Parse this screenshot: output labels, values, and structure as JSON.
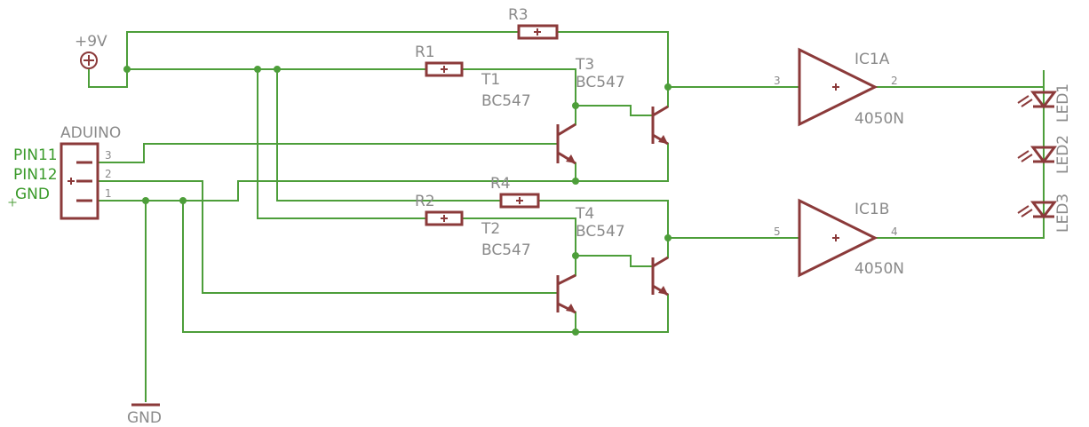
{
  "supply": {
    "label": "+9V"
  },
  "ground": {
    "label": "GND"
  },
  "header": {
    "name": "ADUINO",
    "pins": [
      {
        "net": "PIN11",
        "number": "3"
      },
      {
        "net": "PIN12",
        "number": "2"
      },
      {
        "net": "GND",
        "number": "1"
      }
    ]
  },
  "resistors": [
    {
      "ref": "R1"
    },
    {
      "ref": "R2"
    },
    {
      "ref": "R3"
    },
    {
      "ref": "R4"
    }
  ],
  "transistors": [
    {
      "ref": "T1",
      "value": "BC547"
    },
    {
      "ref": "T2",
      "value": "BC547"
    },
    {
      "ref": "T3",
      "value": "BC547"
    },
    {
      "ref": "T4",
      "value": "BC547"
    }
  ],
  "buffers": [
    {
      "ref": "IC1A",
      "value": "4050N",
      "pin_in": "3",
      "pin_out": "2"
    },
    {
      "ref": "IC1B",
      "value": "4050N",
      "pin_in": "5",
      "pin_out": "4"
    }
  ],
  "leds": [
    {
      "ref": "LED1"
    },
    {
      "ref": "LED2"
    },
    {
      "ref": "LED3"
    }
  ],
  "colors": {
    "wire": "#4d9e3a",
    "part": "#8b3a3a",
    "label": "#8a8a8a",
    "net_label": "#3a9a2a"
  }
}
